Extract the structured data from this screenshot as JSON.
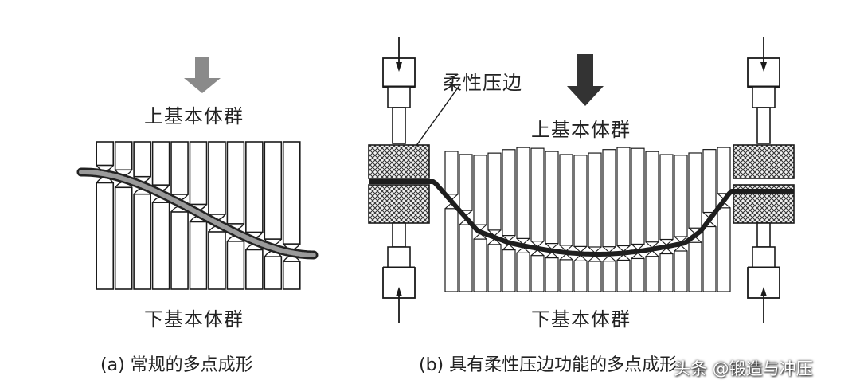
{
  "panel_a": {
    "upper_group_label": "上基本体群",
    "lower_group_label": "下基本体群",
    "caption": "(a) 常规的多点成形"
  },
  "panel_b": {
    "upper_group_label": "上基本体群",
    "lower_group_label": "下基本体群",
    "blank_holder_label": "柔性压边",
    "caption": "(b) 具有柔性压边功能的多点成形"
  },
  "watermark": "头条 @锻造与冲压",
  "colors": {
    "arrow_a": "#8a8a8a",
    "arrow_b": "#333333",
    "line": "#1a1a1a",
    "sheet_b": "#1e1e1e"
  }
}
